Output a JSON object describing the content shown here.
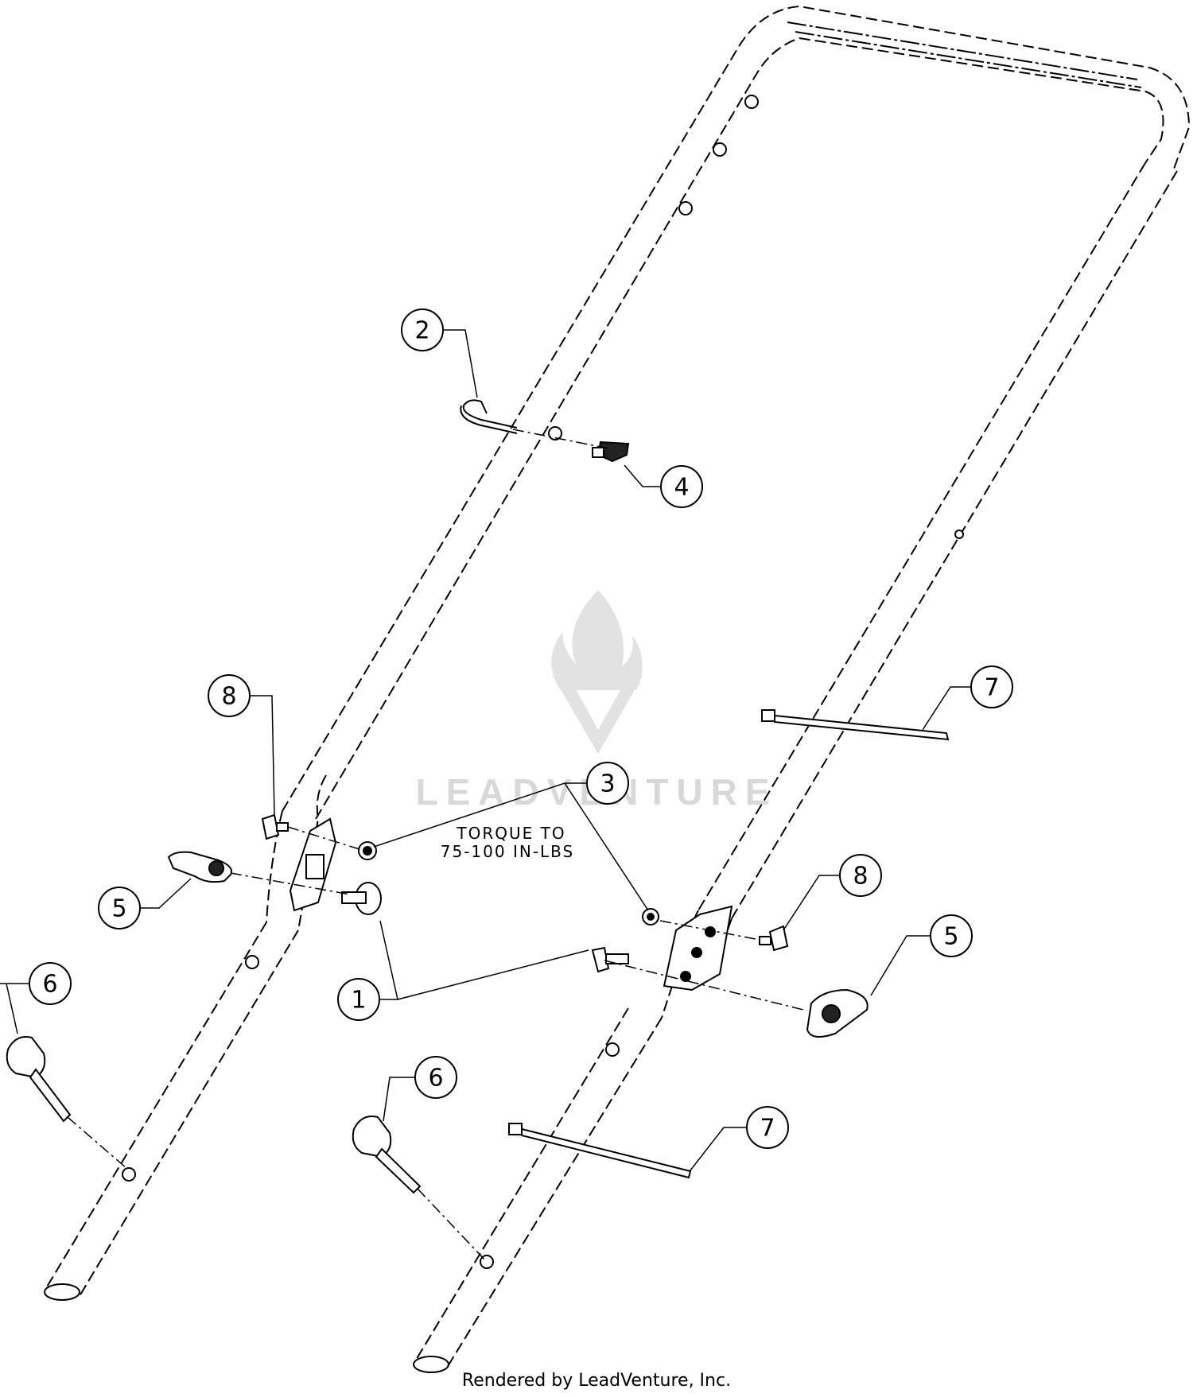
{
  "diagram": {
    "callouts": [
      {
        "id": "c1",
        "label": "1"
      },
      {
        "id": "c2",
        "label": "2"
      },
      {
        "id": "c3",
        "label": "3"
      },
      {
        "id": "c4",
        "label": "4"
      },
      {
        "id": "c5a",
        "label": "5"
      },
      {
        "id": "c5b",
        "label": "5"
      },
      {
        "id": "c6a",
        "label": "6"
      },
      {
        "id": "c6b",
        "label": "6"
      },
      {
        "id": "c7a",
        "label": "7"
      },
      {
        "id": "c7b",
        "label": "7"
      },
      {
        "id": "c8a",
        "label": "8"
      },
      {
        "id": "c8b",
        "label": "8"
      }
    ],
    "torque_note": {
      "line1": "TORQUE TO",
      "line2": "75-100 IN-LBS"
    },
    "watermark": "LEADVENTURE"
  },
  "footer": "Rendered by LeadVenture, Inc."
}
